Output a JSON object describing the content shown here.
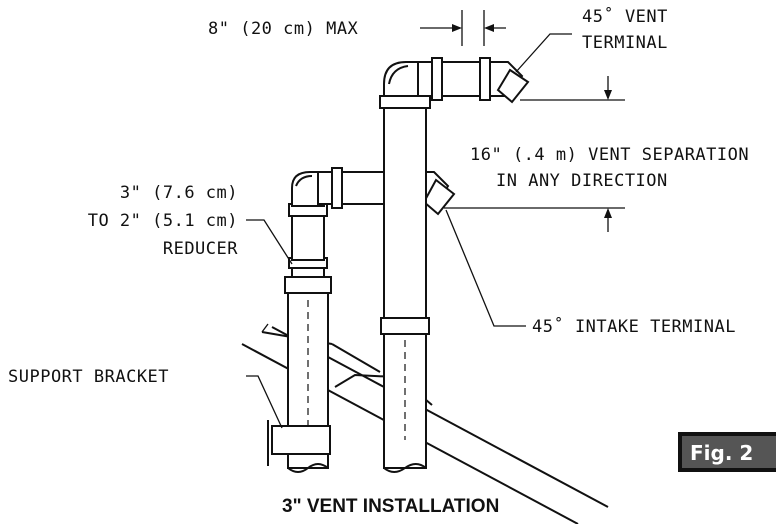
{
  "labels": {
    "max_distance": "8\" (20 cm) MAX",
    "vent_terminal_line1": "45˚ VENT",
    "vent_terminal_line2": "TERMINAL",
    "separation_line1": "16\" (.4 m) VENT SEPARATION",
    "separation_line2": "IN ANY DIRECTION",
    "reducer_line1": "3\" (7.6 cm)",
    "reducer_line2": "TO 2\" (5.1 cm)",
    "reducer_line3": "REDUCER",
    "intake_terminal": "45˚ INTAKE TERMINAL",
    "support_bracket": "SUPPORT BRACKET",
    "caption": "3\" VENT INSTALLATION",
    "figure_tag": "Fig. 2"
  },
  "colors": {
    "line": "#111111",
    "figure_tag_bg": "#555555",
    "figure_tag_text": "#ffffff"
  }
}
